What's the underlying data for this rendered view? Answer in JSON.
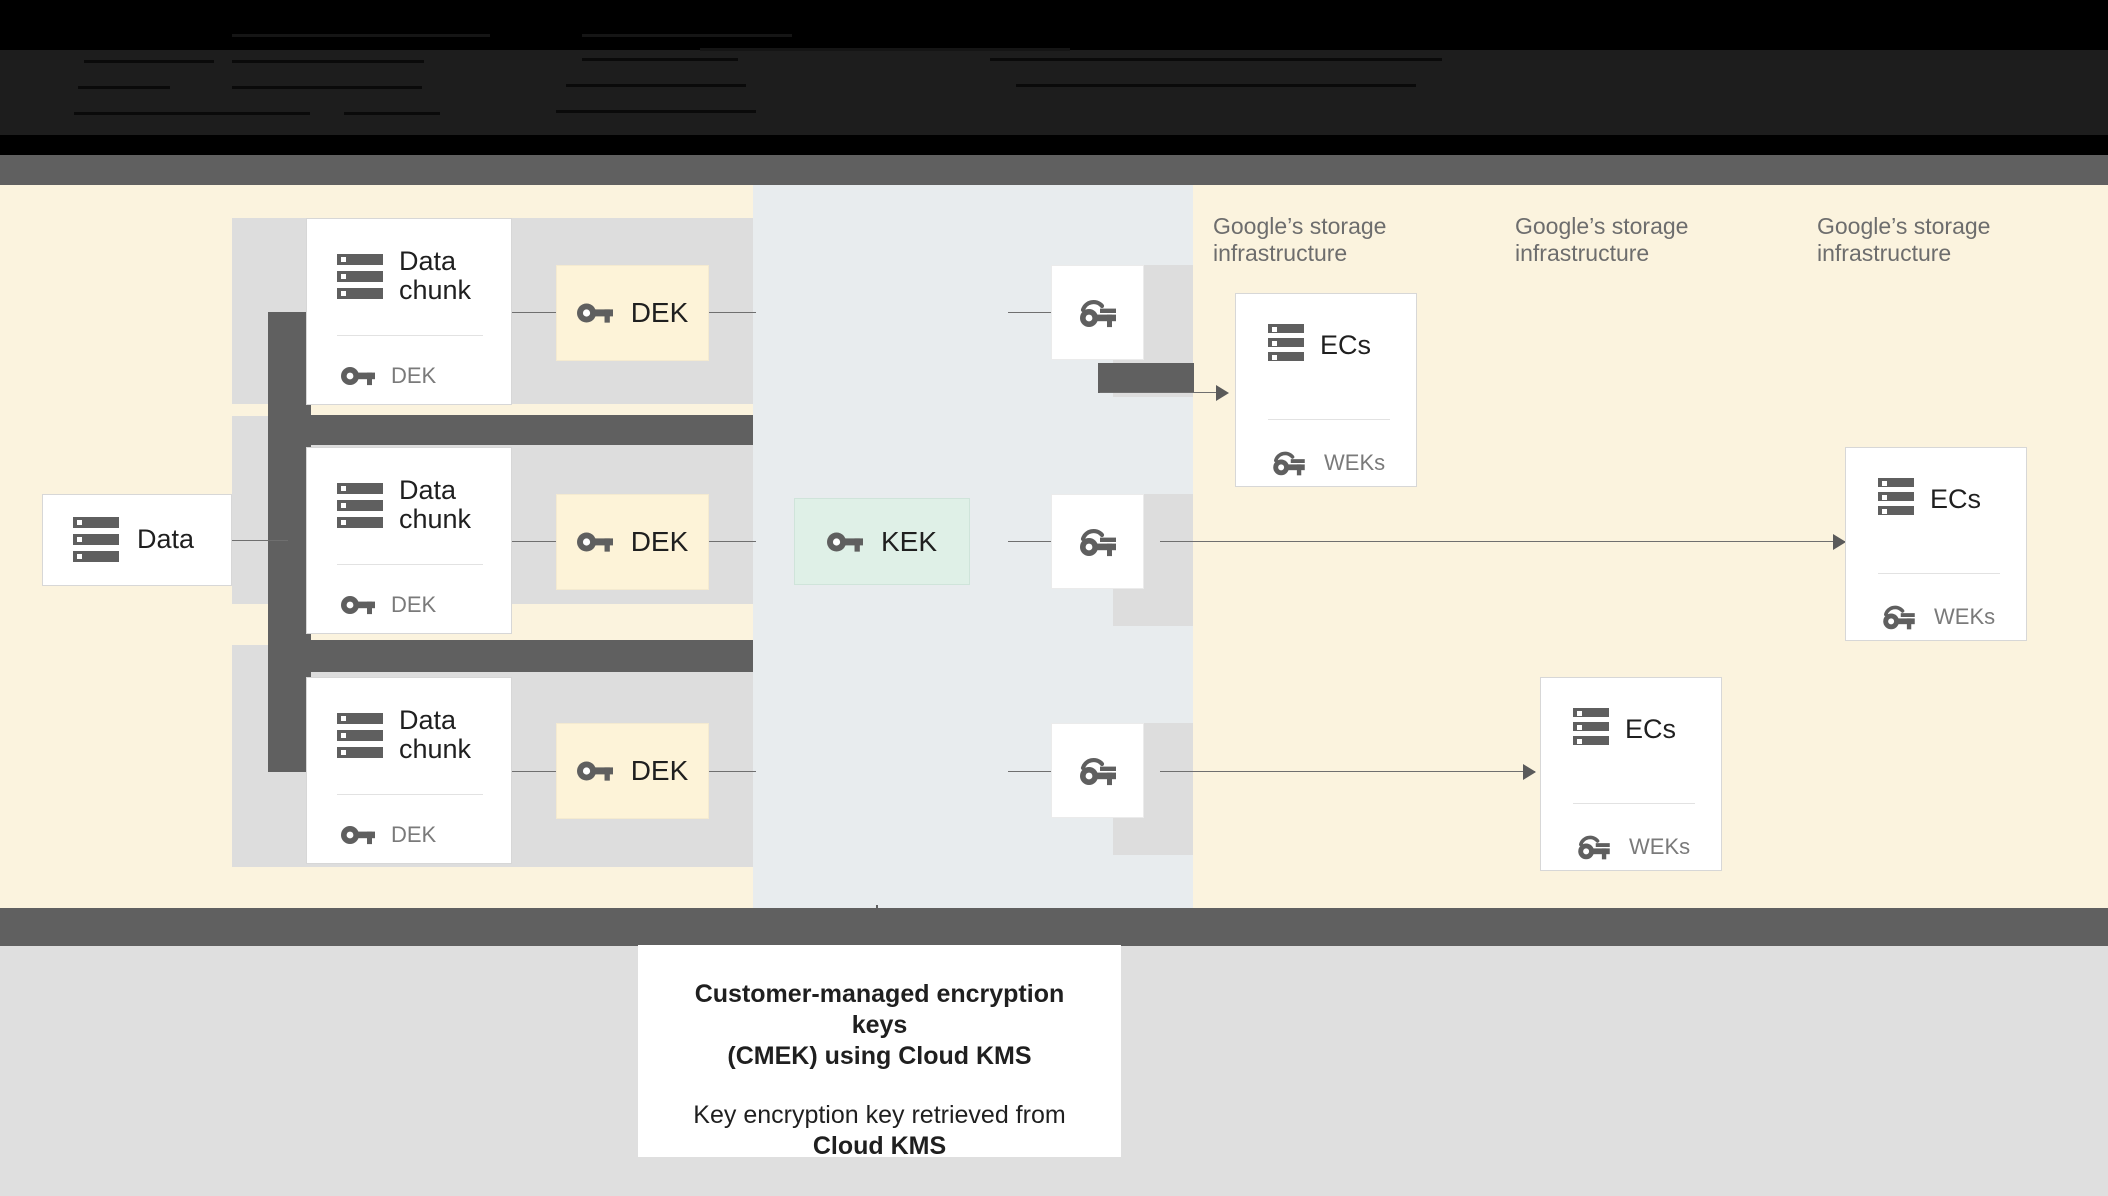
{
  "window": {
    "obscured_header_lines": [
      "",
      "",
      ""
    ]
  },
  "diagram": {
    "source": {
      "title": "Data",
      "icon": "server-icon"
    },
    "chunks": [
      {
        "title": "Data chunk",
        "key_label": "DEK",
        "icon": "server-icon",
        "key_icon": "key-icon"
      },
      {
        "title": "Data chunk",
        "key_label": "DEK",
        "icon": "server-icon",
        "key_icon": "key-icon"
      },
      {
        "title": "Data chunk",
        "key_label": "DEK",
        "icon": "server-icon",
        "key_icon": "key-icon"
      }
    ],
    "deks": [
      {
        "label": "DEK",
        "icon": "key-icon"
      },
      {
        "label": "DEK",
        "icon": "key-icon"
      },
      {
        "label": "DEK",
        "icon": "key-icon"
      }
    ],
    "kek": {
      "label": "KEK",
      "icon": "key-icon"
    },
    "wrapped_keys": [
      {
        "icon": "wrapped-key-icon"
      },
      {
        "icon": "wrapped-key-icon"
      },
      {
        "icon": "wrapped-key-icon"
      }
    ],
    "infra_labels": [
      "Google’s storage\ninfrastructure",
      "Google’s storage\ninfrastructure",
      "Google’s storage\ninfrastructure"
    ],
    "ecs": [
      {
        "title": "ECs",
        "key_label": "WEKs",
        "icon": "server-icon",
        "key_icon": "wrapped-key-icon"
      },
      {
        "title": "ECs",
        "key_label": "WEKs",
        "icon": "server-icon",
        "key_icon": "wrapped-key-icon"
      },
      {
        "title": "ECs",
        "key_label": "WEKs",
        "icon": "server-icon",
        "key_icon": "wrapped-key-icon"
      }
    ]
  },
  "caption": {
    "line1": "Customer-managed encryption keys",
    "line2": "(CMEK) using Cloud KMS",
    "line3": "Key encryption key retrieved from",
    "line4": "Cloud KMS"
  },
  "colors": {
    "cream": "#fbf3de",
    "bluegrey": "#e8ecee",
    "grey": "#dddddd",
    "dark": "#606060",
    "dek_fill": "#fdf3d8",
    "kek_fill": "#dff0e7",
    "icon": "#5f5f5f"
  }
}
